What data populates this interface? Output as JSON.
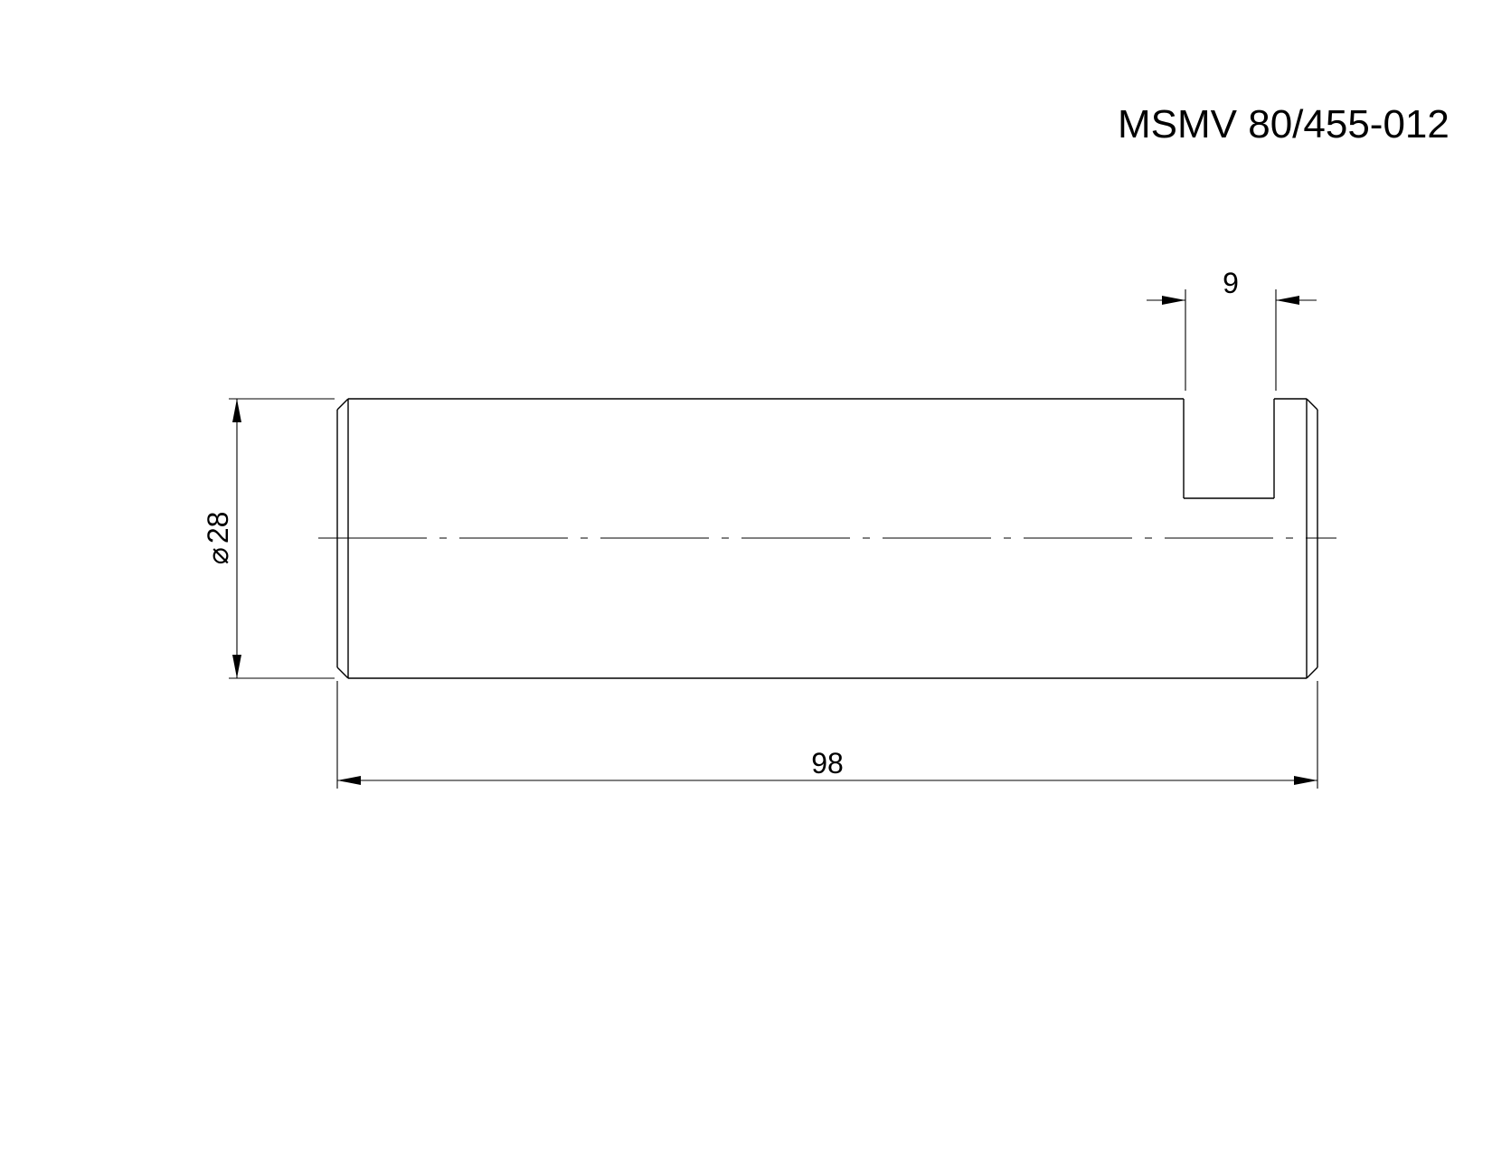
{
  "title": "MSMV 80/455-012",
  "dimensions": {
    "diameter_symbol": "⌀",
    "diameter_value": "28",
    "length": "98",
    "slot_width": "9"
  },
  "colors": {
    "line": "#000000",
    "background": "#ffffff"
  }
}
